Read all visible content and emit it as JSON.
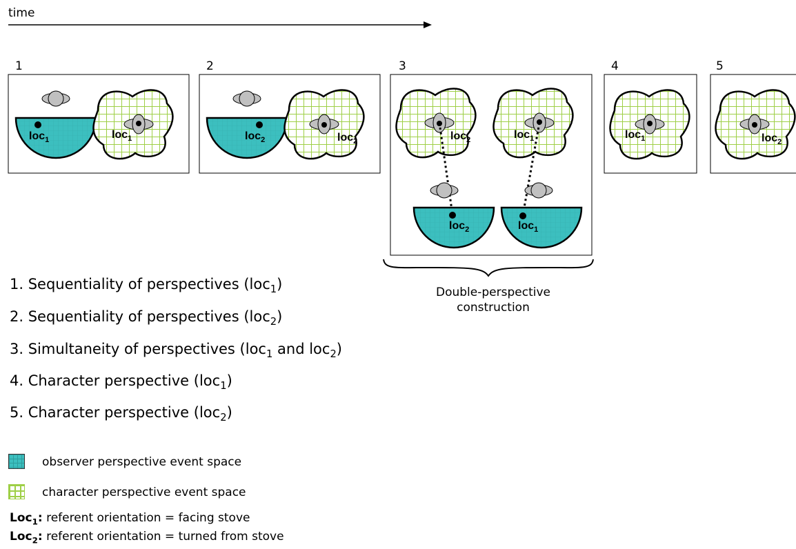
{
  "time_label": "time",
  "panels": [
    {
      "num": "1"
    },
    {
      "num": "2"
    },
    {
      "num": "3"
    },
    {
      "num": "4"
    },
    {
      "num": "5"
    }
  ],
  "loc_labels": {
    "loc1": {
      "base": "loc",
      "sub": "1"
    },
    "loc2": {
      "base": "loc",
      "sub": "2"
    }
  },
  "double_perspective": "Double-perspective construction",
  "items": [
    {
      "text": "1. Sequentiality of perspectives (loc",
      "sub": "1",
      "tail": ")"
    },
    {
      "text": "2. Sequentiality of perspectives (loc",
      "sub": "2",
      "tail": ")"
    },
    {
      "text": "3. Simultaneity of perspectives (loc",
      "sub": "1",
      "mid": " and loc",
      "sub2": "2",
      "tail": ")"
    },
    {
      "text": "4. Character perspective (loc",
      "sub": "1",
      "tail": ")"
    },
    {
      "text": "5. Character perspective (loc",
      "sub": "2",
      "tail": ")"
    }
  ],
  "legend": {
    "observer": "observer perspective event space",
    "character": "character perspective event space"
  },
  "loc_defs": [
    {
      "bold": "Loc",
      "sub": "1",
      "colon": ":",
      "text": " referent orientation = facing stove"
    },
    {
      "bold": "Loc",
      "sub": "2",
      "colon": ":",
      "text": " referent orientation = turned from stove"
    }
  ],
  "colors": {
    "observer_fill": "#3cbfbf",
    "character_grid": "#9ecf46",
    "figure_fill": "#c0c0c0"
  }
}
